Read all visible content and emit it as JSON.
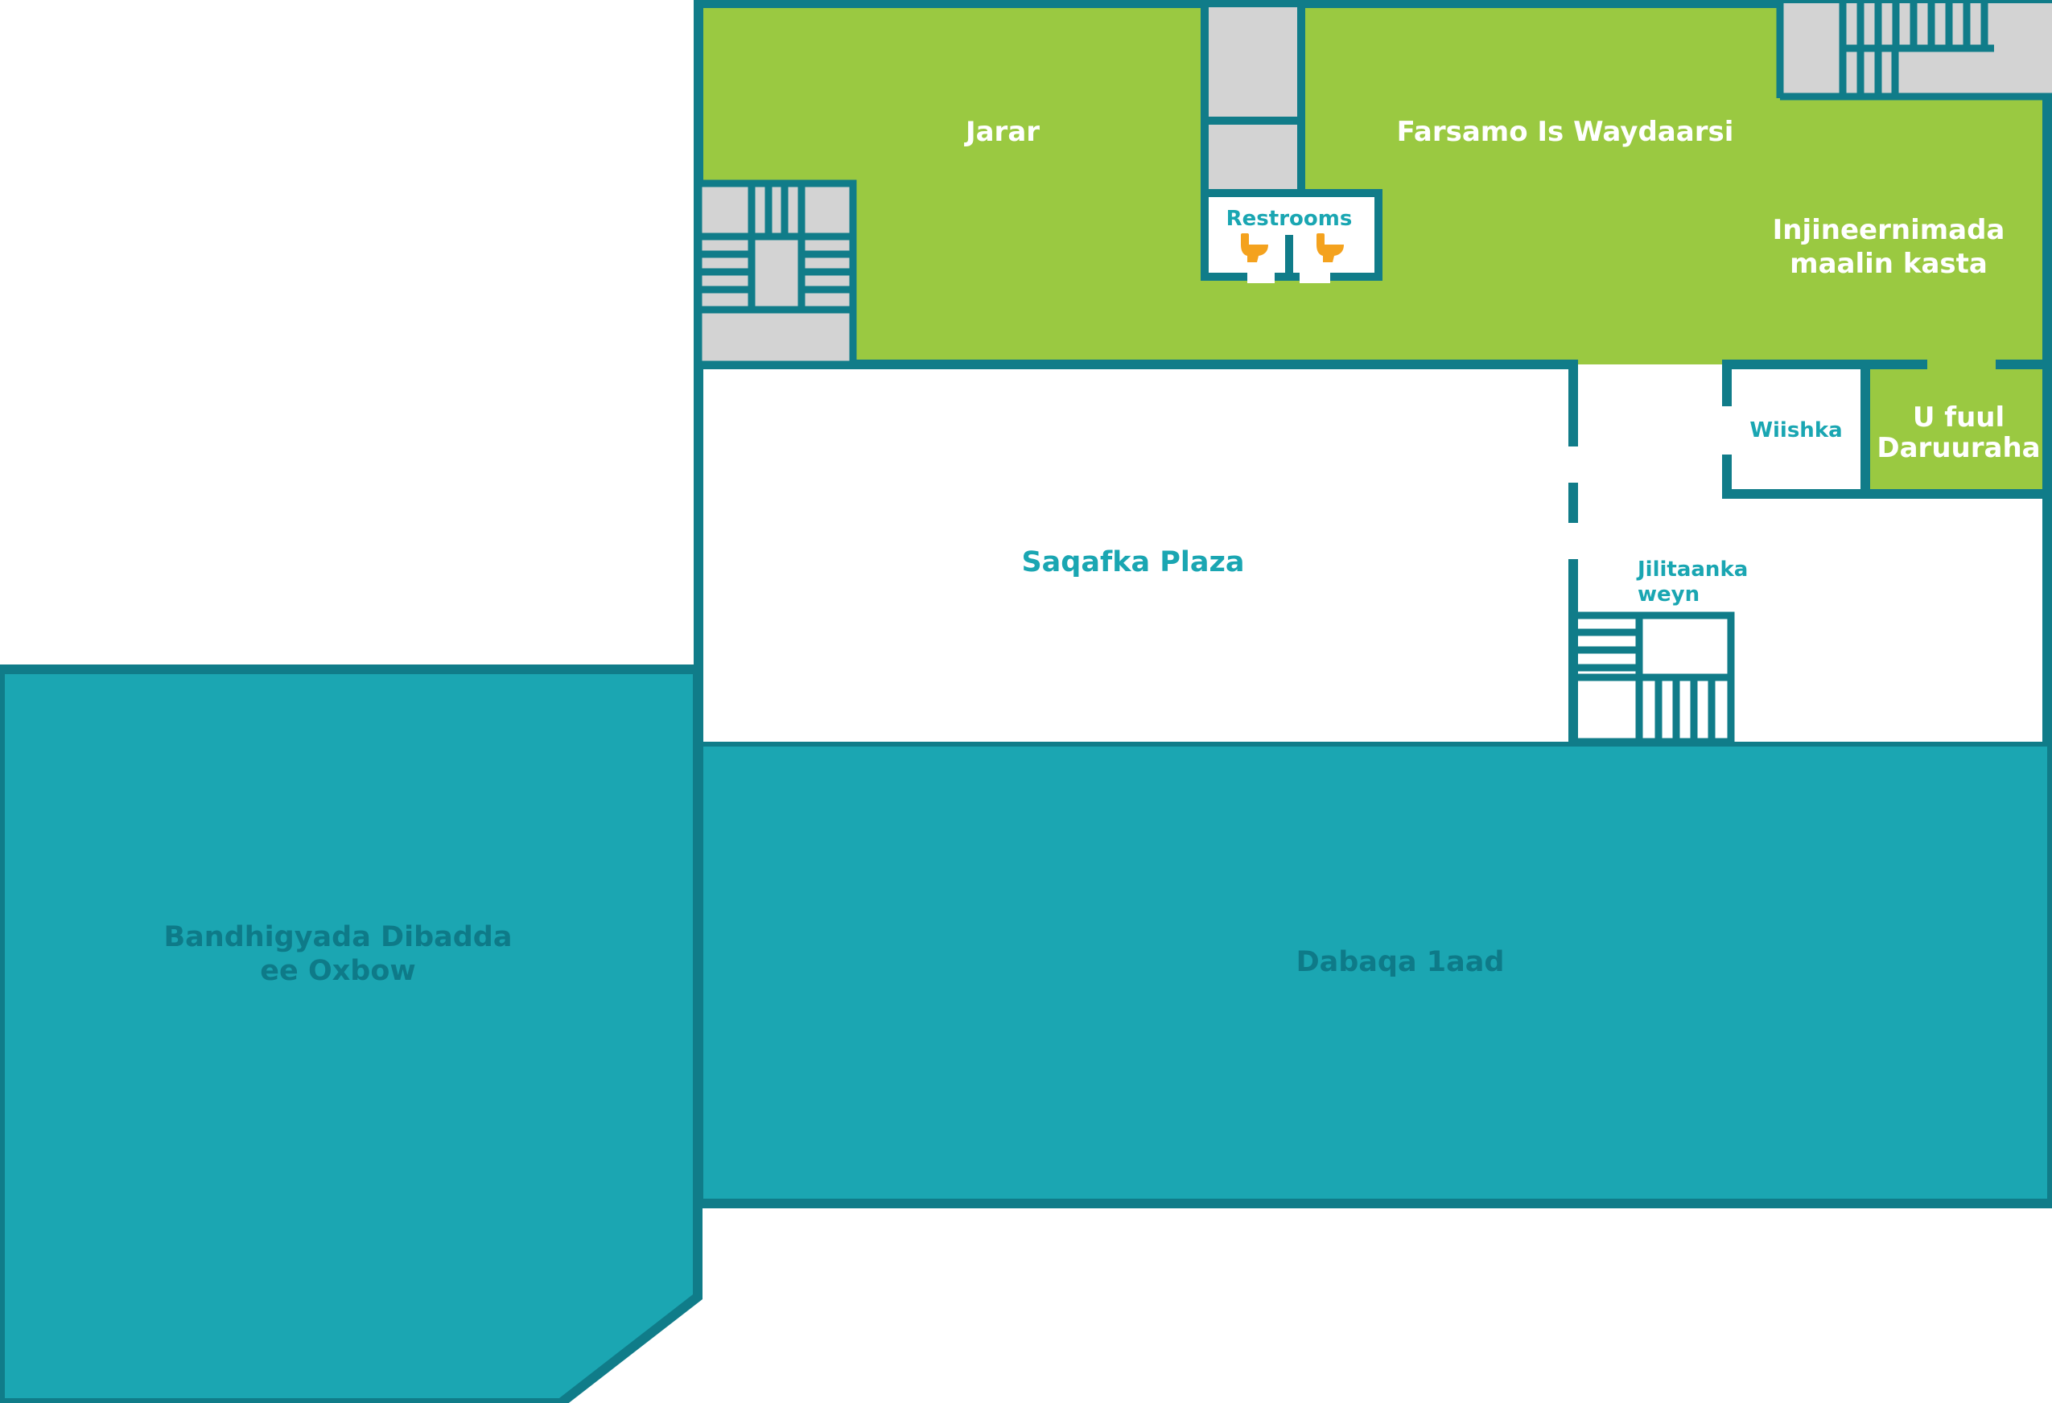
{
  "colors": {
    "wall": "#107c89",
    "green_zone": "#9ac941",
    "teal_zone": "#1ba6b2",
    "gray_fill": "#d3d3d3",
    "white_zone": "#ffffff",
    "toilet_icon": "#f4a21e",
    "label_white": "#ffffff",
    "label_teal": "#1aa6b2",
    "label_dark_teal": "#0e7a88"
  },
  "rooms": {
    "jarar": "Jarar",
    "farsamo": "Farsamo Is Waydaarsi",
    "restrooms": "Restrooms",
    "injineer_line1": "Injineernimada",
    "injineer_line2": "maalin kasta",
    "wiishka": "Wiishka",
    "ufuul_line1": "U fuul",
    "ufuul_line2": "Daruuraha",
    "saqafka": "Saqafka Plaza",
    "jilitaanka_line1": "Jilitaanka",
    "jilitaanka_line2": "weyn",
    "dabaqa": "Dabaqa 1aad",
    "bandhig_line1": "Bandhigyada Dibadda",
    "bandhig_line2": "ee Oxbow"
  },
  "icons": {
    "restroom_left": "toilet-icon",
    "restroom_right": "toilet-icon"
  }
}
